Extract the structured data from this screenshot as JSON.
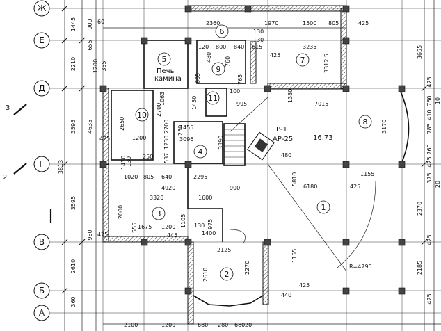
{
  "axes_rows": [
    {
      "id": "row-zh",
      "label": "Ж"
    },
    {
      "id": "row-e",
      "label": "Е"
    },
    {
      "id": "row-d",
      "label": "Д"
    },
    {
      "id": "row-g",
      "label": "Г"
    },
    {
      "id": "row-v",
      "label": "В"
    },
    {
      "id": "row-b",
      "label": "Б"
    },
    {
      "id": "row-a",
      "label": "А"
    }
  ],
  "rooms": [
    {
      "id": "room-1",
      "label": "1"
    },
    {
      "id": "room-2",
      "label": "2"
    },
    {
      "id": "room-3",
      "label": "3"
    },
    {
      "id": "room-4",
      "label": "4"
    },
    {
      "id": "room-5",
      "label": "5"
    },
    {
      "id": "room-6",
      "label": "6"
    },
    {
      "id": "room-7",
      "label": "7"
    },
    {
      "id": "room-8",
      "label": "8"
    },
    {
      "id": "room-9",
      "label": "9"
    },
    {
      "id": "room-10",
      "label": "10"
    },
    {
      "id": "room-11",
      "label": "11"
    }
  ],
  "labels": {
    "stove_line1": "Печь",
    "stove_line2": "камина",
    "stair_p": "Р-1",
    "stair_ar": "АР-25",
    "area": "16.73",
    "radius": "R=4795"
  },
  "section_marks": [
    {
      "id": "sec-3",
      "label": "3"
    },
    {
      "id": "sec-2",
      "label": "2"
    },
    {
      "id": "sec-1",
      "label": "I"
    }
  ],
  "dims": {
    "left_outer": [
      "1445",
      "2210",
      "3595",
      "3595",
      "2610",
      "360"
    ],
    "left_mid": [
      "900",
      "655",
      "4635",
      "3813",
      "980"
    ],
    "left_inner": [
      "60",
      "1200",
      "355",
      "2000",
      "425"
    ],
    "right": [
      "3655",
      "425",
      "760",
      "410",
      "10",
      "785",
      "760",
      "425",
      "375",
      "2370",
      "2185",
      "425",
      "20",
      "425"
    ],
    "top": [
      "2360",
      "1970",
      "1500",
      "805",
      "425",
      "120",
      "800",
      "840",
      "615",
      "130",
      "3235"
    ],
    "misc": [
      "130",
      "425",
      "480",
      "605",
      "760",
      "765",
      "3312,5",
      "100",
      "1380",
      "995",
      "7015",
      "3170",
      "1063",
      "1450",
      "2700",
      "2700",
      "250",
      "1455",
      "3096",
      "3390",
      "1230",
      "2650",
      "1200",
      "537",
      "425",
      "1430",
      "130",
      "250",
      "1020",
      "805",
      "640",
      "2295",
      "4920",
      "900",
      "480",
      "5810",
      "6180",
      "1155",
      "425",
      "3320",
      "1600",
      "1675",
      "1200",
      "1105",
      "555",
      "130",
      "975",
      "1400",
      "445",
      "2125",
      "2270",
      "1155",
      "440",
      "425",
      "2100",
      "1200",
      "2610",
      "680",
      "280",
      "680",
      "20"
    ]
  }
}
